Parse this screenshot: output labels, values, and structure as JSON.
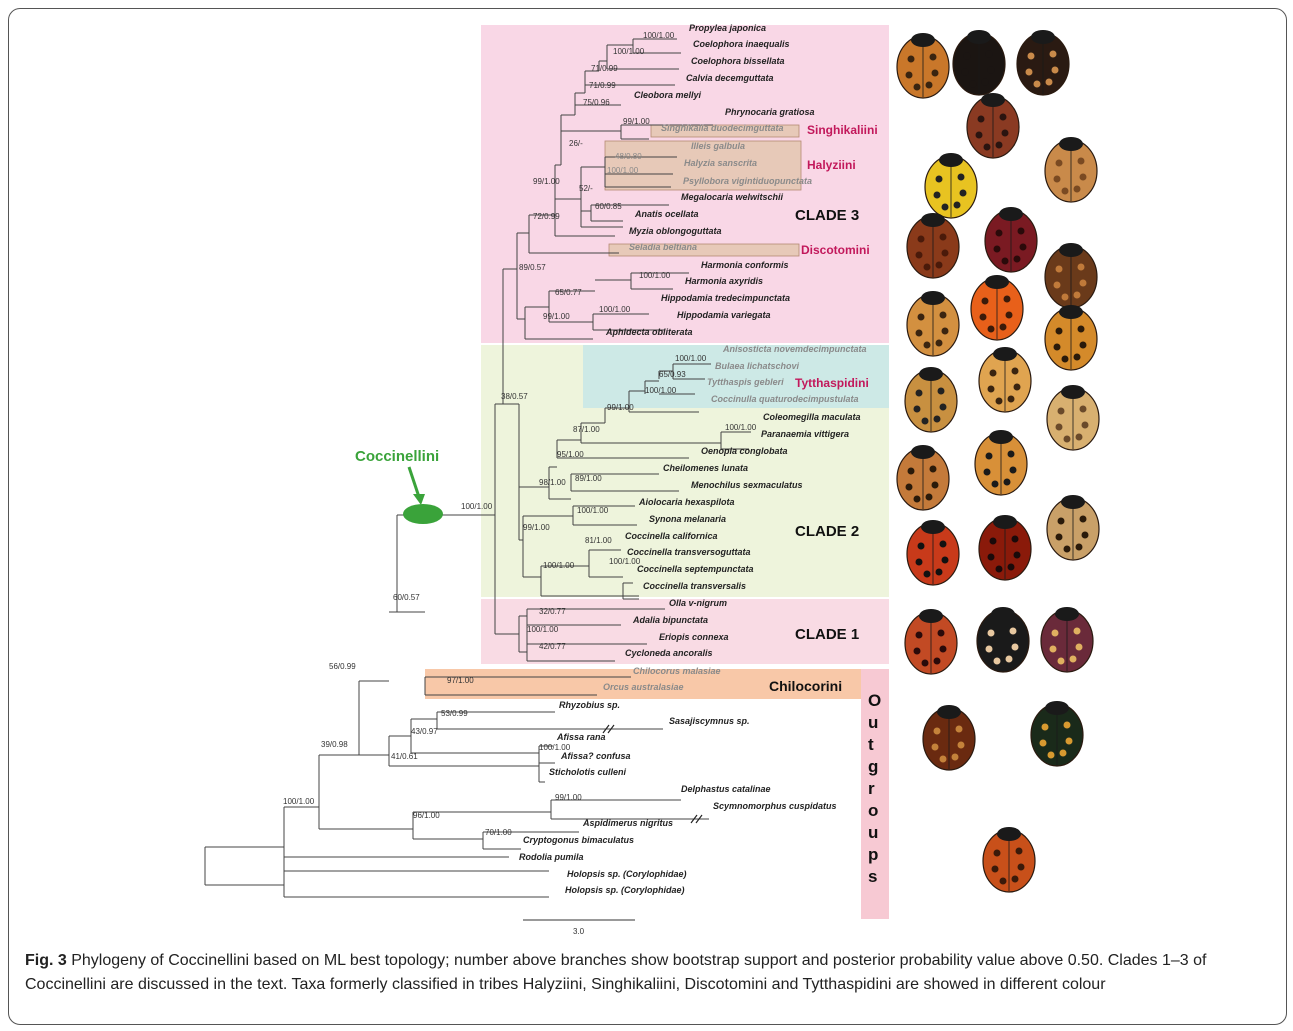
{
  "figure": {
    "label": "Fig. 3",
    "caption": "Phylogeny of Coccinellini based on ML best topology; number above branches show bootstrap support and posterior probability value above 0.50. Clades 1–3 of Coccinellini are discussed in the text. Taxa formerly classified in tribes Halyziini, Singhikaliini, Discotomini and Tytthaspidini are showed in different colour",
    "scale_label": "3.0"
  },
  "colors": {
    "clade3_bg": "#f9d7e6",
    "clade2_bg": "#eef4dc",
    "clade1_bg": "#f9dbe4",
    "tytthaspidini_bg": "#cde9e6",
    "chilocorini_bg": "#f8c8a8",
    "outgroups_bg": "#f7c9d3",
    "highlight_box": "#e7c9b8",
    "tribe_text": "#c2185b",
    "coccinellini_node": "#3aa33a"
  },
  "labels": {
    "coccinellini": "Coccinellini",
    "clade3": "CLADE 3",
    "clade2": "CLADE 2",
    "clade1": "CLADE 1",
    "singhikaliini": "Singhikaliini",
    "halyziini": "Halyziini",
    "discotomini": "Discotomini",
    "tytthaspidini": "Tytthaspidini",
    "chilocorini": "Chilocorini",
    "outgroups": [
      "O",
      "u",
      "t",
      "g",
      "r",
      "o",
      "u",
      "p",
      "s"
    ]
  },
  "taxa": [
    {
      "name": "Propylea japonica",
      "gray": false
    },
    {
      "name": "Coelophora inaequalis",
      "gray": false
    },
    {
      "name": "Coelophora bissellata",
      "gray": false
    },
    {
      "name": "Calvia decemguttata",
      "gray": false
    },
    {
      "name": "Cleobora mellyi",
      "gray": false
    },
    {
      "name": "Phrynocaria gratiosa",
      "gray": false
    },
    {
      "name": "Singhikalia duodecimguttata",
      "gray": true
    },
    {
      "name": "Illeis galbula",
      "gray": true
    },
    {
      "name": "Halyzia sanscrita",
      "gray": true
    },
    {
      "name": "Psyllobora vigintiduopunctata",
      "gray": true
    },
    {
      "name": "Megalocaria welwitschii",
      "gray": false
    },
    {
      "name": "Anatis ocellata",
      "gray": false
    },
    {
      "name": "Myzia oblongoguttata",
      "gray": false
    },
    {
      "name": "Seladia beltiana",
      "gray": true
    },
    {
      "name": "Harmonia conformis",
      "gray": false
    },
    {
      "name": "Harmonia axyridis",
      "gray": false
    },
    {
      "name": "Hippodamia tredecimpunctata",
      "gray": false
    },
    {
      "name": "Hippodamia variegata",
      "gray": false
    },
    {
      "name": "Aphidecta obliterata",
      "gray": false
    },
    {
      "name": "Anisosticta novemdecimpunctata",
      "gray": true
    },
    {
      "name": "Bulaea lichatschovi",
      "gray": true
    },
    {
      "name": "Tytthaspis gebleri",
      "gray": true
    },
    {
      "name": "Coccinulla quaturodecimpustulata",
      "gray": true
    },
    {
      "name": "Coleomegilla maculata",
      "gray": false
    },
    {
      "name": "Paranaemia vittigera",
      "gray": false
    },
    {
      "name": "Oenopia conglobata",
      "gray": false
    },
    {
      "name": "Cheilomenes lunata",
      "gray": false
    },
    {
      "name": "Menochilus sexmaculatus",
      "gray": false
    },
    {
      "name": "Aiolocaria hexaspilota",
      "gray": false
    },
    {
      "name": "Synona melanaria",
      "gray": false
    },
    {
      "name": "Coccinella californica",
      "gray": false
    },
    {
      "name": "Coccinella transversoguttata",
      "gray": false
    },
    {
      "name": "Coccinella septempunctata",
      "gray": false
    },
    {
      "name": "Coccinella transversalis",
      "gray": false
    },
    {
      "name": "Olla v-nigrum",
      "gray": false
    },
    {
      "name": "Adalia bipunctata",
      "gray": false
    },
    {
      "name": "Eriopis connexa",
      "gray": false
    },
    {
      "name": "Cycloneda ancoralis",
      "gray": false
    },
    {
      "name": "Chilocorus malasiae",
      "gray": true
    },
    {
      "name": "Orcus australasiae",
      "gray": true
    },
    {
      "name": "Rhyzobius sp.",
      "gray": false
    },
    {
      "name": "Sasajiscymnus sp.",
      "gray": false
    },
    {
      "name": "Afissa rana",
      "gray": false
    },
    {
      "name": "Afissa? confusa",
      "gray": false
    },
    {
      "name": "Sticholotis culleni",
      "gray": false
    },
    {
      "name": "Delphastus catalinae",
      "gray": false
    },
    {
      "name": "Scymnomorphus cuspidatus",
      "gray": false
    },
    {
      "name": "Aspidimerus nigritus",
      "gray": false
    },
    {
      "name": "Cryptogonus bimaculatus",
      "gray": false
    },
    {
      "name": "Rodolia pumila",
      "gray": false
    },
    {
      "name": "Holopsis sp. (Corylophidae)",
      "gray": false
    },
    {
      "name": "Holopsis sp. (Corylophidae)",
      "gray": false
    }
  ],
  "supports": [
    "100/1.00",
    "100/1.00",
    "71/0.99",
    "71/0.99",
    "75/0.96",
    "99/1.00",
    "26/-",
    "48/0.80",
    "100/1.00",
    "52/-",
    "60/0.85",
    "99/1.00",
    "72/0.99",
    "89/0.57",
    "100/1.00",
    "65/0.77",
    "100/1.00",
    "99/1.00",
    "100/1.00",
    "65/0.93",
    "100/1.00",
    "99/1.00",
    "100/1.00",
    "87/1.00",
    "95/1.00",
    "89/1.00",
    "98/1.00",
    "100/1.00",
    "99/1.00",
    "81/1.00",
    "100/1.00",
    "100/1.00",
    "38/0.57",
    "100/1.00",
    "32/0.77",
    "100/1.00",
    "42/0.77",
    "60/0.57",
    "97/1.00",
    "56/0.99",
    "53/0.99",
    "43/0.97",
    "100/1.00",
    "41/0.61",
    "39/0.98",
    "99/1.00",
    "96/1.00",
    "70/1.00",
    "100/1.00"
  ]
}
